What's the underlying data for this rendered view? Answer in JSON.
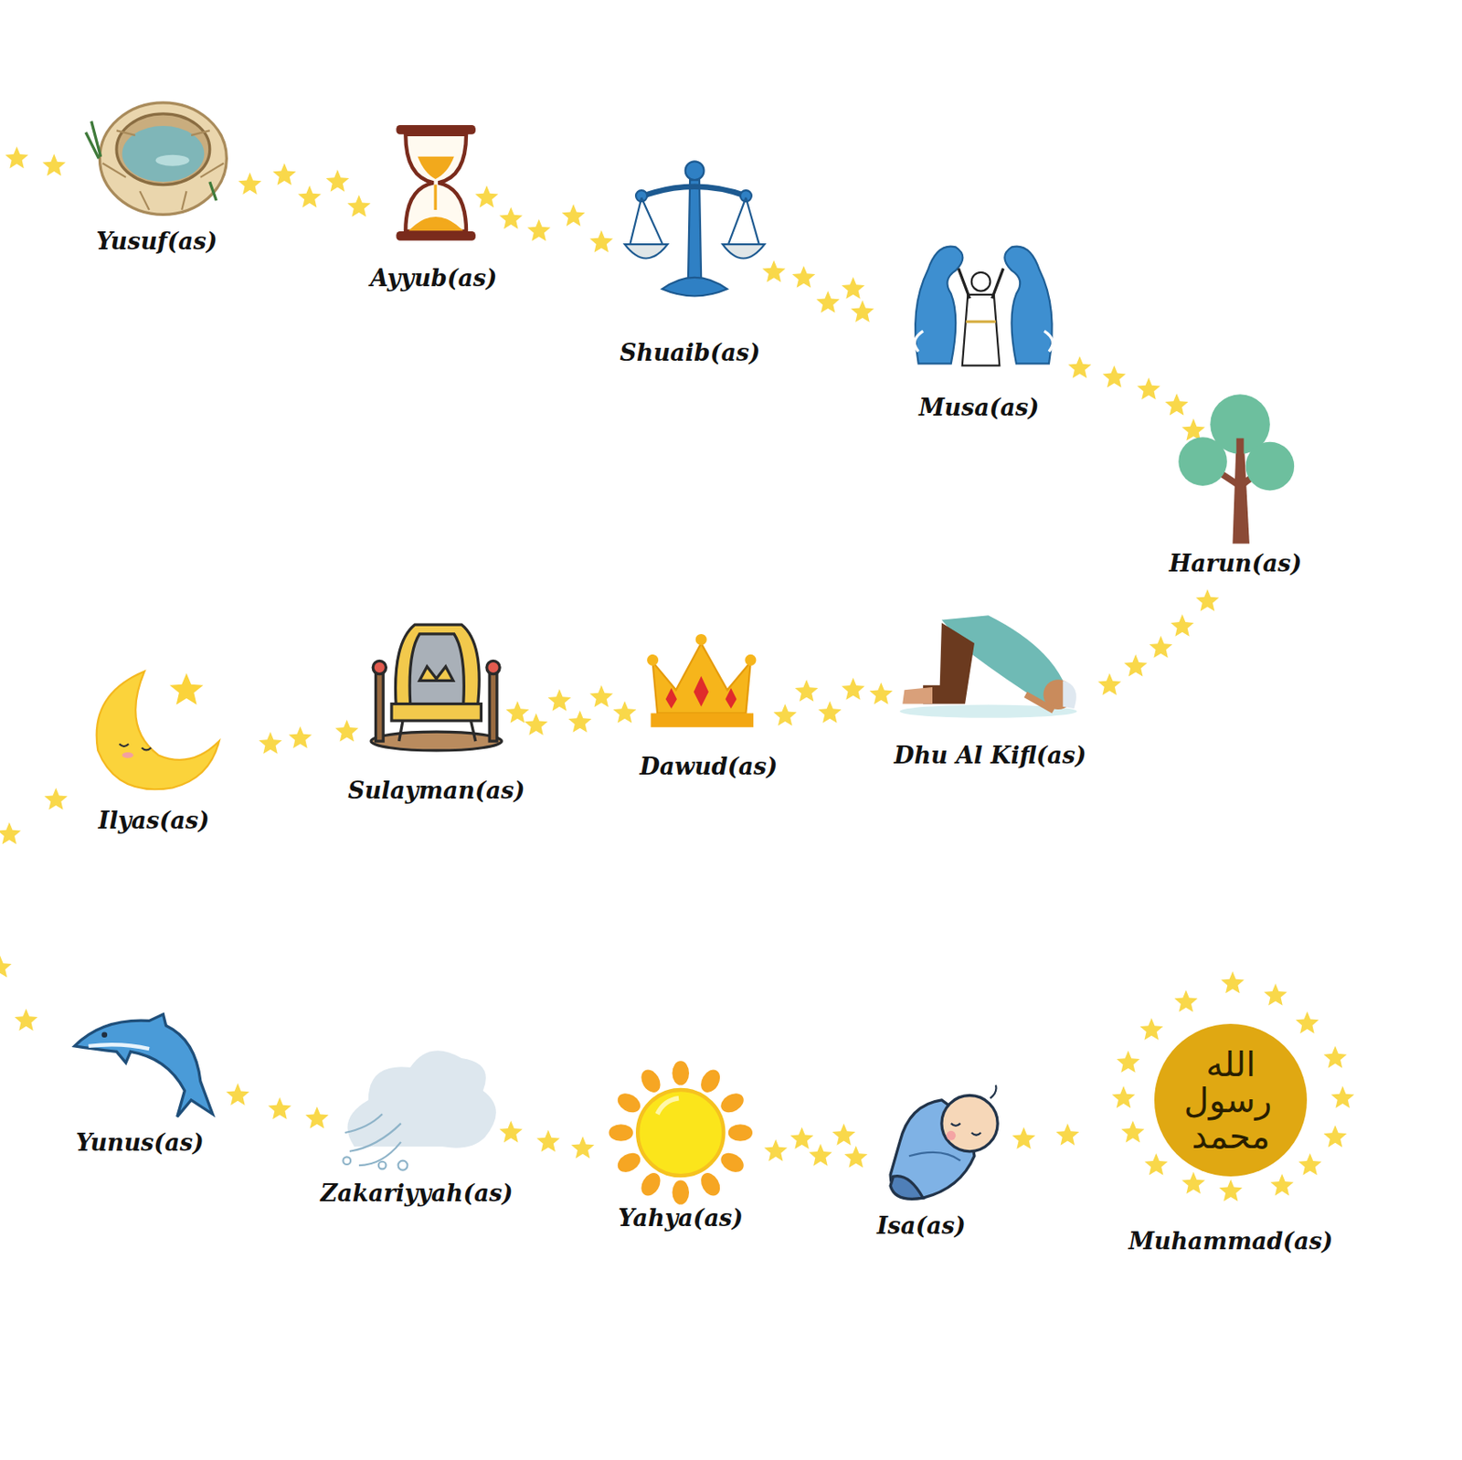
{
  "diagram": {
    "nodes": [
      {
        "text": [
          "الله رسول محمد"
        ]
      }
    ],
    "labels": [
      "Yusuf(as)",
      "Ayyub(as)",
      "Shuaib(as)",
      "Musa(as)",
      "Harun(as)",
      "Dhu Al Kifl(as)",
      "Dawud(as)",
      "Sulayman(as)",
      "Ilyas(as)",
      "Yunus(as)",
      "Zakariyyah(as)",
      "Yahya(as)",
      "Isa(as)",
      "Muhammad(as)"
    ]
  }
}
